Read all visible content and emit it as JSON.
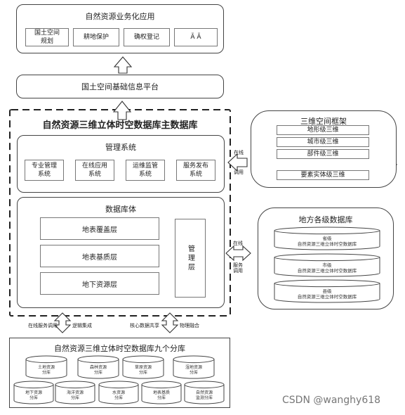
{
  "top_app": {
    "title": "自然资源业务化应用",
    "items": [
      "国土空间\n规划",
      "耕地保护",
      "确权登记",
      "Ã Ã"
    ]
  },
  "platform": {
    "title": "国土空间基础信息平台"
  },
  "main_db": {
    "title": "自然资源三维立体时空数据库主数据库"
  },
  "mgmt": {
    "title": "管理系统",
    "items": [
      "专业管理\n系统",
      "在线应用\n系统",
      "运维监管\n系统",
      "服务发布\n系统"
    ]
  },
  "dbbody": {
    "title": "数据库体",
    "layers": [
      "地表覆盖层",
      "地表基质层",
      "地下资源层"
    ],
    "mgr_layer": "管理层"
  },
  "frame3d": {
    "title": "三维空间框架",
    "levels": [
      "地形级三维",
      "城市级三维",
      "部件级三维"
    ],
    "feature": "要素实体级三维"
  },
  "local_db": {
    "title": "地方各级数据库",
    "items": [
      {
        "level": "省级",
        "name": "自然资源三维立体时空数据库"
      },
      {
        "level": "市级",
        "name": "自然资源三维立体时空数据库"
      },
      {
        "level": "县级",
        "name": "自然资源三维立体时空数据库"
      }
    ]
  },
  "arrow_labels": {
    "online_call_top": "在线",
    "online_call_bottom": "调用",
    "online_service": "在线",
    "service_call": "服务\n调用",
    "online_service_call": "在线服务调用",
    "logic_integration": "逻辑集成",
    "core_sharing": "核心数据共享",
    "physical_fusion": "物理融合"
  },
  "subdb": {
    "title": "自然资源三维立体时空数据库九个分库",
    "row1": [
      "土地资源\n分库",
      "森林资源\n分库",
      "草原资源\n分库",
      "湿地资源\n分库"
    ],
    "row2": [
      "地下资源\n分库",
      "海洋资源\n分库",
      "水资源\n分库",
      "地表基质\n分库",
      "自然资源\n监测分库"
    ]
  },
  "watermark": "CSDN @wanghy618"
}
